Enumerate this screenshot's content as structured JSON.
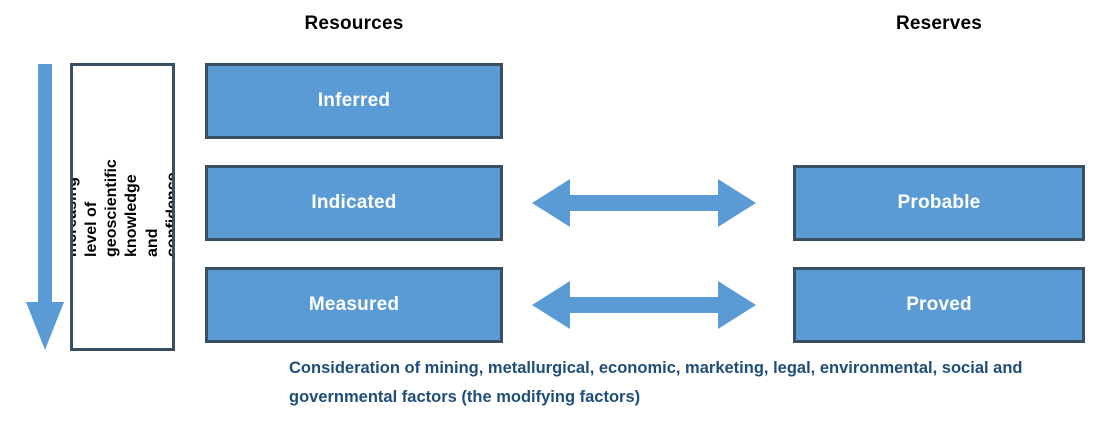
{
  "diagram": {
    "title_left": "Resources",
    "title_right": "Reserves",
    "colors": {
      "box_fill": "#5B9BD5",
      "box_border": "#3B4F63",
      "arrow_fill": "#5B9BD5",
      "box_text": "#FFFFFF",
      "header_text": "#000000",
      "caption_text": "#1F4E79",
      "background": "#FFFFFF"
    },
    "resources_boxes": [
      {
        "label": "Inferred"
      },
      {
        "label": "Indicated"
      },
      {
        "label": "Measured"
      }
    ],
    "reserves_boxes": [
      {
        "label": "Probable"
      },
      {
        "label": "Proved"
      }
    ],
    "connectors": [
      {
        "name": "indicated-probable",
        "icon": "double-headed-arrow-icon"
      },
      {
        "name": "measured-proved",
        "icon": "double-headed-arrow-icon"
      }
    ],
    "knowledge_axis": {
      "icon": "down-arrow-icon",
      "label": "Increasing level of geoscientific knowledge and confidence"
    },
    "caption": "Consideration of mining, metallurgical, economic, marketing, legal, environmental, social and governmental factors (the modifying factors)"
  }
}
